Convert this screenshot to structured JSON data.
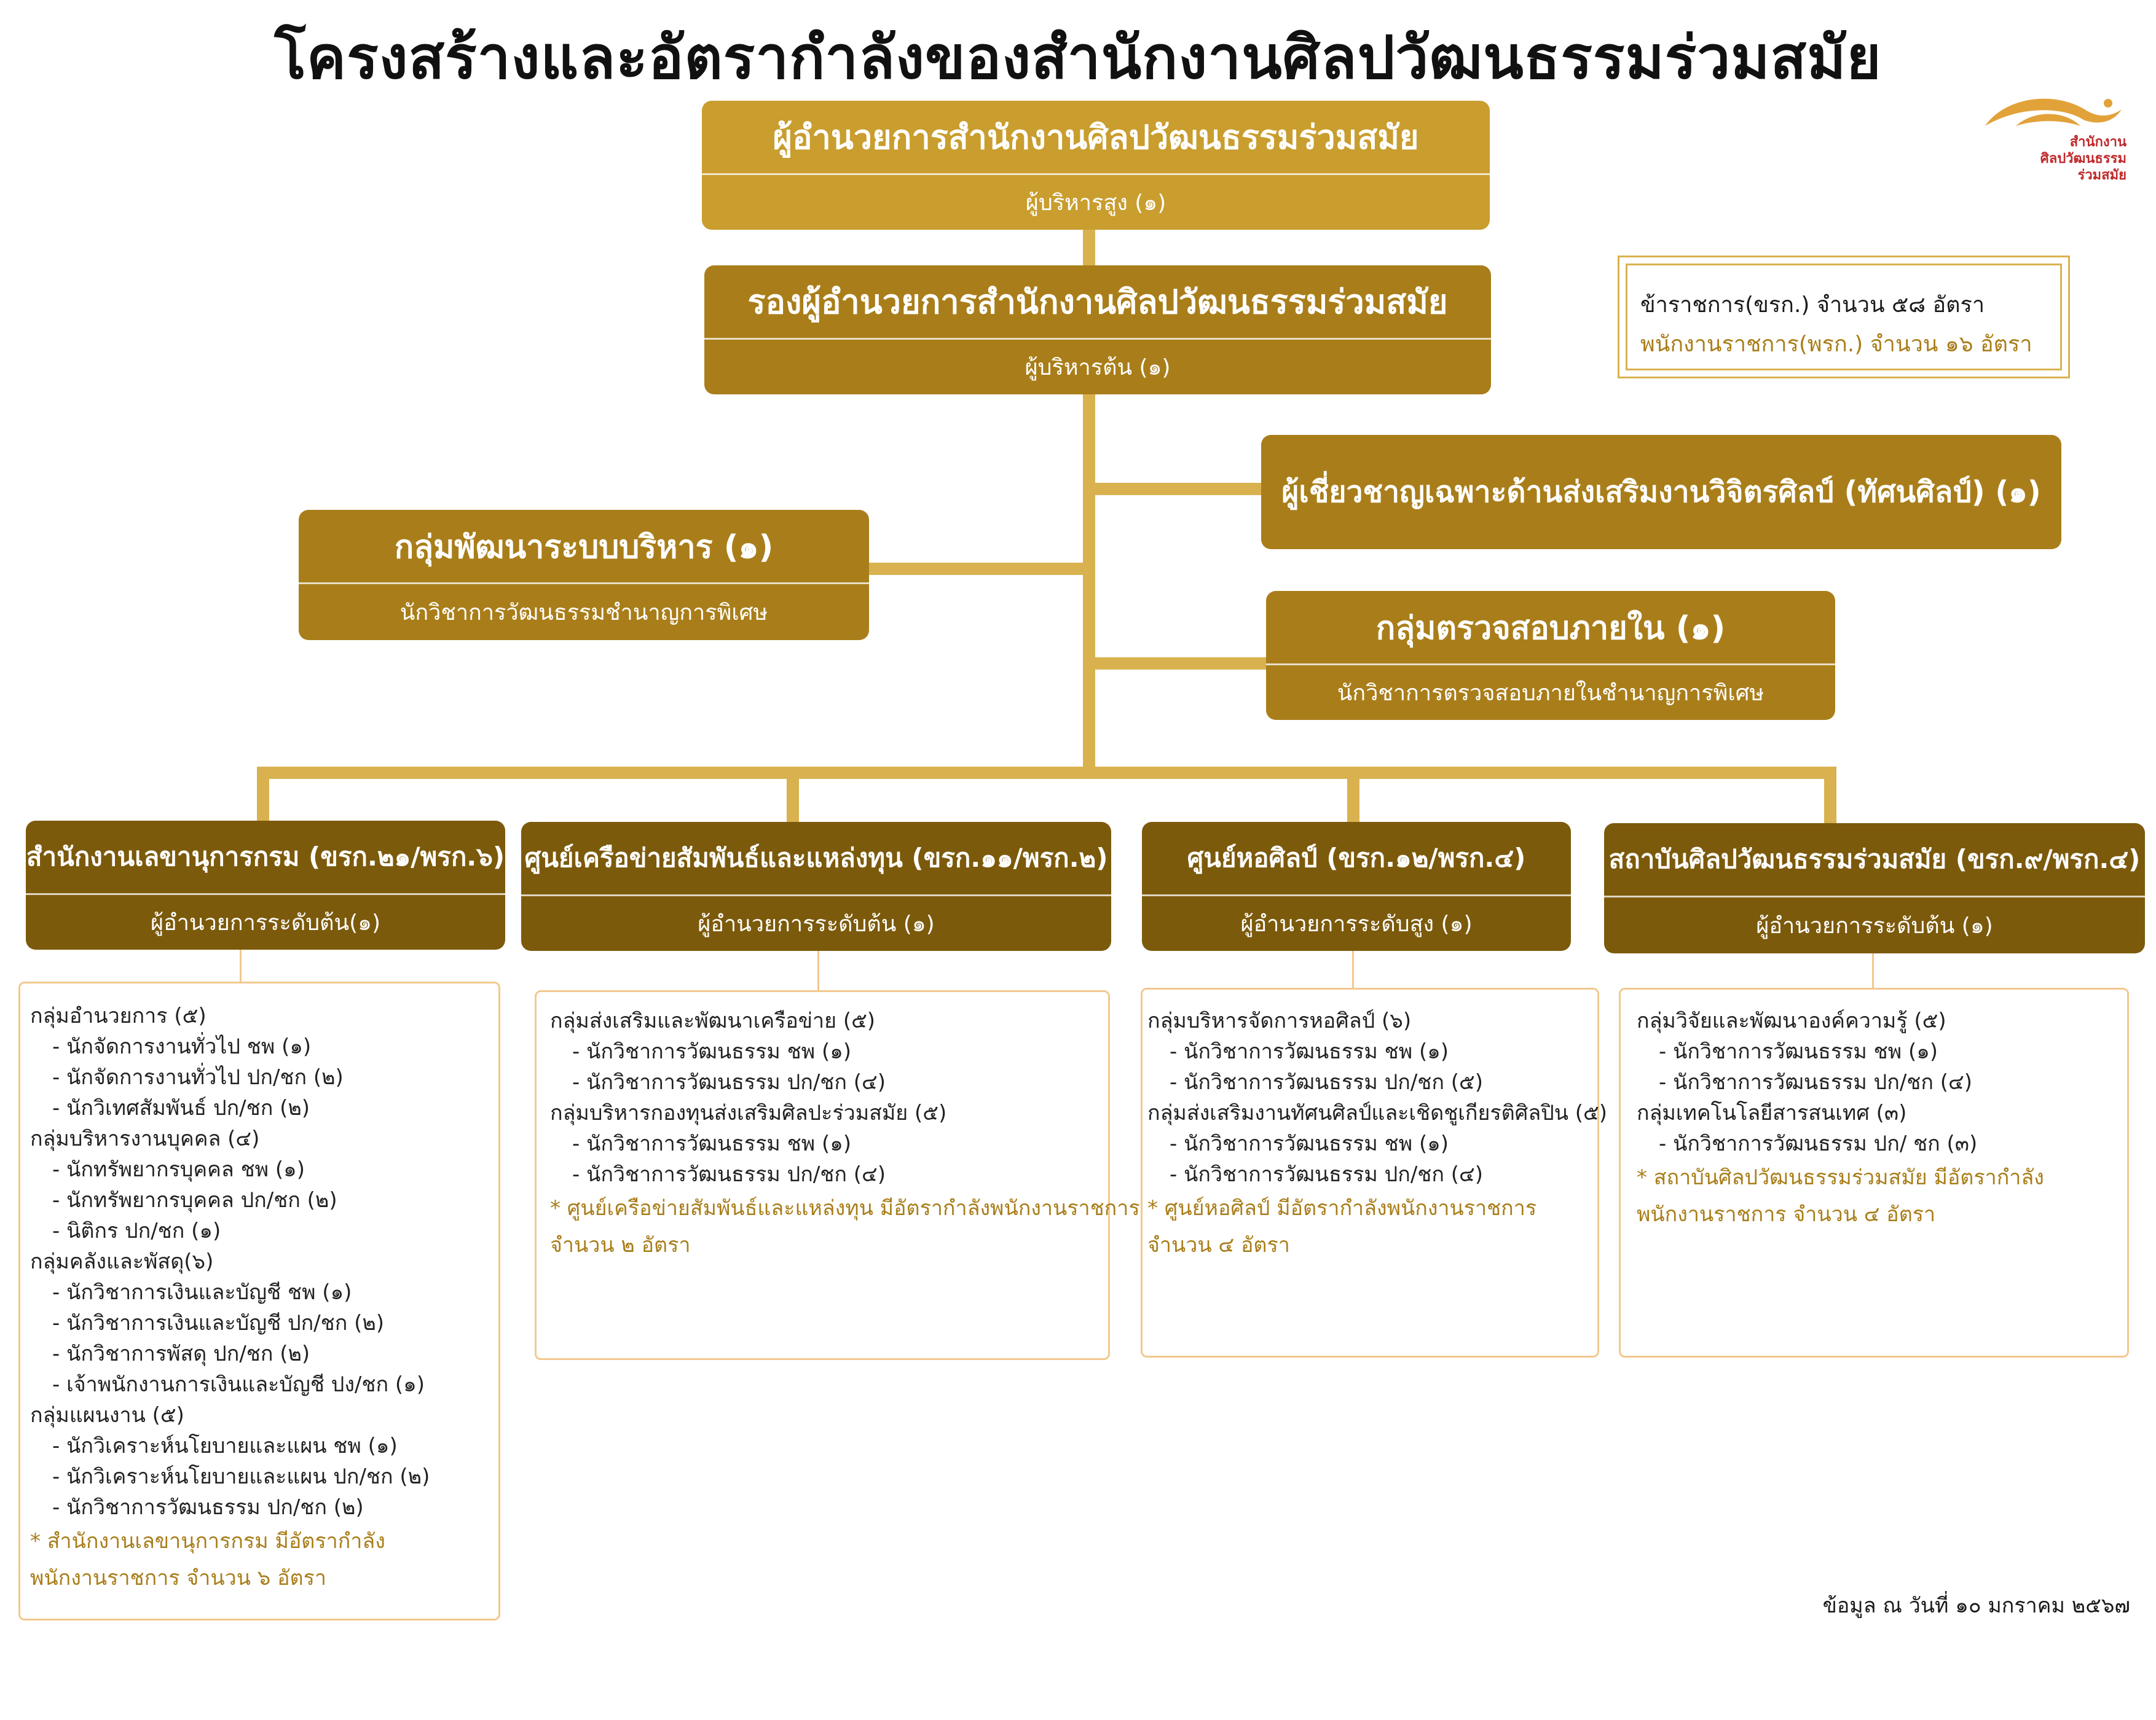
{
  "title": "โครงสร้างและอัตรากำลังของสำนักงานศิลปวัฒนธรรมร่วมสมัย",
  "logo": {
    "icon": "ocac-eye-logo-icon",
    "lines": [
      "สำนักงาน",
      "ศิลปวัฒนธรรม",
      "ร่วมสมัย"
    ],
    "color": "#c0282a"
  },
  "director": {
    "title": "ผู้อำนวยการสำนักงานศิลปวัฒนธรรมร่วมสมัย",
    "sub": "ผู้บริหารสูง (๑)"
  },
  "deputy": {
    "title": "รองผู้อำนวยการสำนักงานศิลปวัฒนธรรมร่วมสมัย",
    "sub": "ผู้บริหารต้น (๑)"
  },
  "stats": {
    "line1": "ข้าราชการ(ขรก.) จำนวน ๕๘ อัตรา",
    "line2": "พนักงานราชการ(พรก.) จำนวน ๑๖ อัตรา"
  },
  "expert": {
    "title": "ผู้เชี่ยวชาญเฉพาะด้านส่งเสริมงานวิจิตรศิลป์ (ทัศนศิลป์) (๑)"
  },
  "admin_dev": {
    "title": "กลุ่มพัฒนาระบบบริหาร (๑)",
    "sub": "นักวิชาการวัฒนธรรมชำนาญการพิเศษ"
  },
  "audit": {
    "title": "กลุ่มตรวจสอบภายใน (๑)",
    "sub": "นักวิชาการตรวจสอบภายในชำนาญการพิเศษ"
  },
  "divisions": [
    {
      "title": "สำนักงานเลขานุการกรม (ขรก.๒๑/พรก.๖)",
      "sub": "ผู้อำนวยการระดับต้น(๑)",
      "items": [
        {
          "text": "กลุ่มอำนวยการ (๕)",
          "indent": false
        },
        {
          "text": "- นักจัดการงานทั่วไป ชพ (๑)",
          "indent": true
        },
        {
          "text": "- นักจัดการงานทั่วไป ปก/ชก (๒)",
          "indent": true
        },
        {
          "text": "- นักวิเทศสัมพันธ์ ปก/ชก (๒)",
          "indent": true
        },
        {
          "text": "กลุ่มบริหารงานบุคคล (๔)",
          "indent": false
        },
        {
          "text": "- นักทรัพยากรบุคคล ชพ (๑)",
          "indent": true
        },
        {
          "text": "- นักทรัพยากรบุคคล ปก/ชก (๒)",
          "indent": true
        },
        {
          "text": "- นิติกร ปก/ชก (๑)",
          "indent": true
        },
        {
          "text": "กลุ่มคลังและพัสดุ(๖)",
          "indent": false
        },
        {
          "text": "- นักวิชาการเงินและบัญชี ชพ (๑)",
          "indent": true
        },
        {
          "text": "- นักวิชาการเงินและบัญชี ปก/ชก (๒)",
          "indent": true
        },
        {
          "text": "- นักวิชาการพัสดุ ปก/ชก (๒)",
          "indent": true
        },
        {
          "text": "- เจ้าพนักงานการเงินและบัญชี ปง/ชก (๑)",
          "indent": true
        },
        {
          "text": "กลุ่มแผนงาน (๕)",
          "indent": false
        },
        {
          "text": "- นักวิเคราะห์นโยบายและแผน ชพ (๑)",
          "indent": true
        },
        {
          "text": "- นักวิเคราะห์นโยบายและแผน ปก/ชก (๒)",
          "indent": true
        },
        {
          "text": "- นักวิชาการวัฒนธรรม ปก/ชก (๒)",
          "indent": true
        }
      ],
      "note": [
        "* สำนักงานเลขานุการกรม มีอัตรากำลัง",
        "พนักงานราชการ จำนวน ๖ อัตรา"
      ]
    },
    {
      "title": "ศูนย์เครือข่ายสัมพันธ์และแหล่งทุน (ขรก.๑๑/พรก.๒)",
      "sub": "ผู้อำนวยการระดับต้น (๑)",
      "items": [
        {
          "text": "กลุ่มส่งเสริมและพัฒนาเครือข่าย (๕)",
          "indent": false
        },
        {
          "text": "- นักวิชาการวัฒนธรรม ชพ (๑)",
          "indent": true
        },
        {
          "text": "- นักวิชาการวัฒนธรรม ปก/ชก (๔)",
          "indent": true
        },
        {
          "text": "กลุ่มบริหารกองทุนส่งเสริมศิลปะร่วมสมัย (๕)",
          "indent": false
        },
        {
          "text": "- นักวิชาการวัฒนธรรม ชพ (๑)",
          "indent": true
        },
        {
          "text": "- นักวิชาการวัฒนธรรม ปก/ชก (๔)",
          "indent": true
        }
      ],
      "note": [
        "* ศูนย์เครือข่ายสัมพันธ์และแหล่งทุน มีอัตรากำลังพนักงานราชการ",
        "จำนวน ๒ อัตรา"
      ]
    },
    {
      "title": "ศูนย์หอศิลป์ (ขรก.๑๒/พรก.๔)",
      "sub": "ผู้อำนวยการระดับสูง (๑)",
      "items": [
        {
          "text": "กลุ่มบริหารจัดการหอศิลป์ (๖)",
          "indent": false
        },
        {
          "text": "- นักวิชาการวัฒนธรรม ชพ (๑)",
          "indent": true
        },
        {
          "text": "- นักวิชาการวัฒนธรรม ปก/ชก (๕)",
          "indent": true
        },
        {
          "text": "กลุ่มส่งเสริมงานทัศนศิลป์และเชิดชูเกียรติศิลปิน (๕)",
          "indent": false
        },
        {
          "text": "- นักวิชาการวัฒนธรรม ชพ (๑)",
          "indent": true
        },
        {
          "text": "- นักวิชาการวัฒนธรรม ปก/ชก (๔)",
          "indent": true
        }
      ],
      "note": [
        "* ศูนย์หอศิลป์ มีอัตรากำลังพนักงานราชการ",
        "จำนวน ๔ อัตรา"
      ]
    },
    {
      "title": "สถาบันศิลปวัฒนธรรมร่วมสมัย (ขรก.๙/พรก.๔)",
      "sub": "ผู้อำนวยการระดับต้น (๑)",
      "items": [
        {
          "text": "กลุ่มวิจัยและพัฒนาองค์ความรู้ (๕)",
          "indent": false
        },
        {
          "text": "- นักวิชาการวัฒนธรรม ชพ (๑)",
          "indent": true
        },
        {
          "text": "- นักวิชาการวัฒนธรรม ปก/ชก (๔)",
          "indent": true
        },
        {
          "text": "กลุ่มเทคโนโลยีสารสนเทศ (๓)",
          "indent": false
        },
        {
          "text": "- นักวิชาการวัฒนธรรม ปก/ ชก (๓)",
          "indent": true
        }
      ],
      "note": [
        "* สถาบันศิลปวัฒนธรรมร่วมสมัย มีอัตรากำลัง",
        "พนักงานราชการ จำนวน ๔ อัตรา"
      ]
    }
  ],
  "footer": "ข้อมูล ณ วันที่ ๑๐ มกราคม ๒๕๖๗"
}
